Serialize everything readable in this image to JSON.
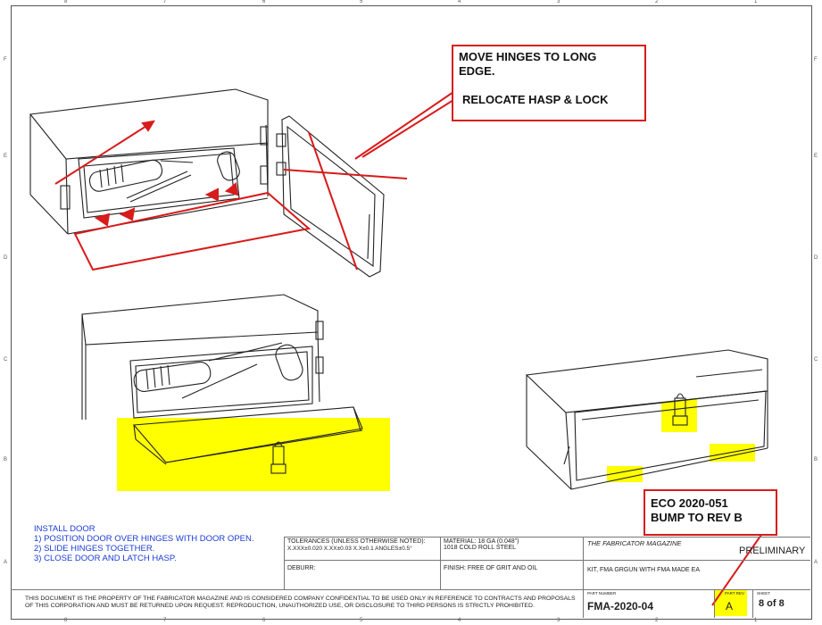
{
  "callouts": {
    "hinge_line1": "MOVE HINGES TO LONG",
    "hinge_line2": "EDGE.",
    "hinge_line3": "RELOCATE HASP & LOCK",
    "eco_line1": "ECO 2020-051",
    "eco_line2": "BUMP TO REV B"
  },
  "notes": {
    "title": "INSTALL DOOR",
    "steps": [
      "1) POSITION DOOR OVER HINGES WITH DOOR OPEN.",
      "2) SLIDE HINGES TOGETHER.",
      "3) CLOSE DOOR AND LATCH HASP."
    ]
  },
  "zones": {
    "top": [
      "8",
      "7",
      "6",
      "5",
      "4",
      "3",
      "2",
      "1"
    ],
    "bottom": [
      "8",
      "7",
      "6",
      "5",
      "4",
      "3",
      "2",
      "1"
    ],
    "left": [
      "F",
      "E",
      "D",
      "C",
      "B",
      "A"
    ],
    "right": [
      "F",
      "E",
      "D",
      "C",
      "B",
      "A"
    ]
  },
  "title_block": {
    "tolerances_label": "TOLERANCES (UNLESS OTHERWISE NOTED):",
    "tolerances_value": "X.XXX±0.020 X.XX±0.03 X.X±0.1 ANGLES±0.5°",
    "material_label": "MATERIAL: 18 GA (0.048\")",
    "material_value": "1018 COLD ROLL STEEL",
    "company": "THE FABRICATOR MAGAZINE",
    "status": "PRELIMINARY",
    "deburr": "DEBURR:",
    "finish": "FINISH: FREE OF GRIT AND OIL",
    "description": "KIT, FMA GRGUN WITH FMA MADE EA",
    "confidential": "THIS DOCUMENT IS THE PROPERTY OF THE FABRICATOR MAGAZINE AND IS CONSIDERED COMPANY CONFIDENTIAL TO BE USED ONLY IN REFERENCE TO CONTRACTS AND PROPOSALS OF THIS CORPORATION AND MUST BE RETURNED UPON REQUEST. REPRODUCTION, UNAUTHORIZED USE, OR DISCLOSURE TO THIRD PERSONS IS STRICTLY PROHIBITED.",
    "part_number_label": "PART NUMBER",
    "part_number": "FMA-2020-04",
    "part_rev_label": "PART REV",
    "part_rev": "A",
    "sheet_label": "SHEET",
    "sheet": "8 of 8"
  },
  "colors": {
    "markup_red": "#d81b1b",
    "highlight_yellow": "#ffff00",
    "notes_blue": "#1a3bd4"
  }
}
